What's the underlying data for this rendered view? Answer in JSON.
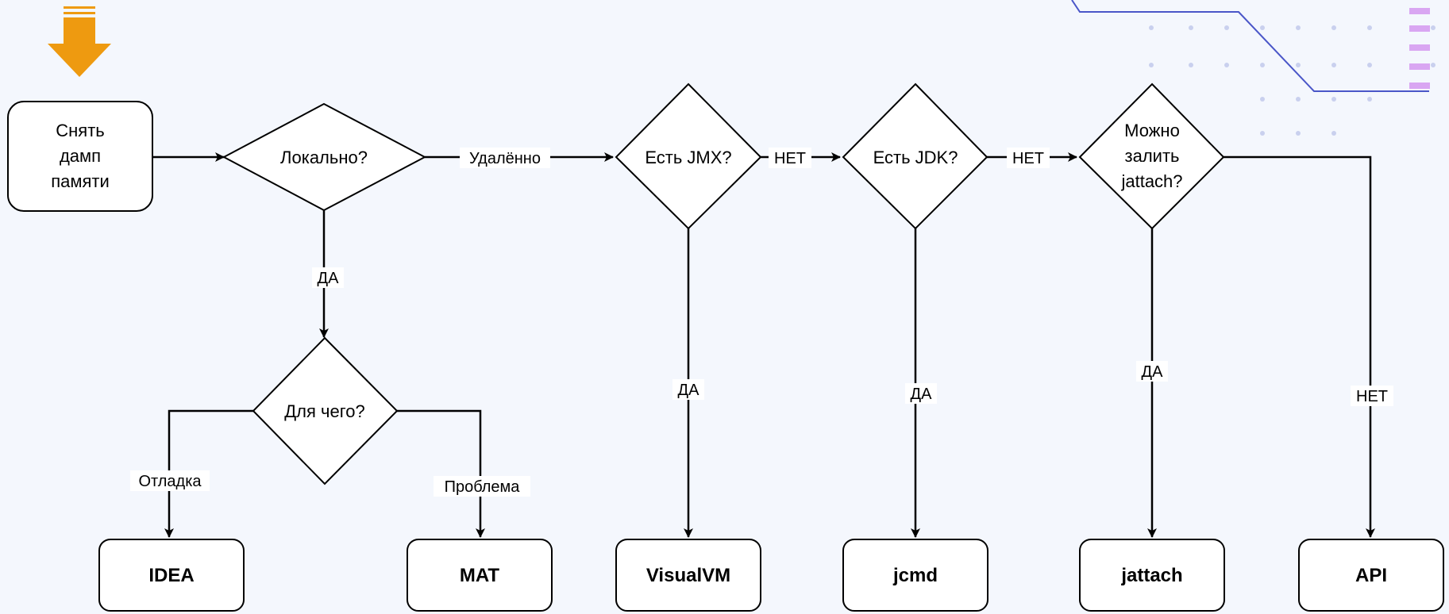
{
  "colors": {
    "background": "#f4f7fd",
    "start_arrow": "#ee9a10",
    "deco_line": "#4a56c8",
    "deco_dots": "#c9d0ee",
    "deco_bars": "#d9a6f2"
  },
  "start": {
    "icon": "down-arrow-icon",
    "lines": [
      "Снять",
      "дамп",
      "памяти"
    ]
  },
  "decisions": {
    "local": "Локально?",
    "purpose": "Для чего?",
    "jmx": "Есть JMX?",
    "jdk": "Есть JDK?",
    "jattach": [
      "Можно",
      "залить",
      "jattach?"
    ]
  },
  "edges": {
    "remote": "Удалённо",
    "local_yes": "ДА",
    "debug": "Отладка",
    "problem": "Проблема",
    "jmx_no": "НЕТ",
    "jmx_yes": "ДА",
    "jdk_no": "НЕТ",
    "jdk_yes": "ДА",
    "jattach_yes": "ДА",
    "jattach_no": "НЕТ"
  },
  "terminals": {
    "idea": "IDEA",
    "mat": "MAT",
    "visualvm": "VisualVM",
    "jcmd": "jcmd",
    "jattach": "jattach",
    "api": "API"
  }
}
